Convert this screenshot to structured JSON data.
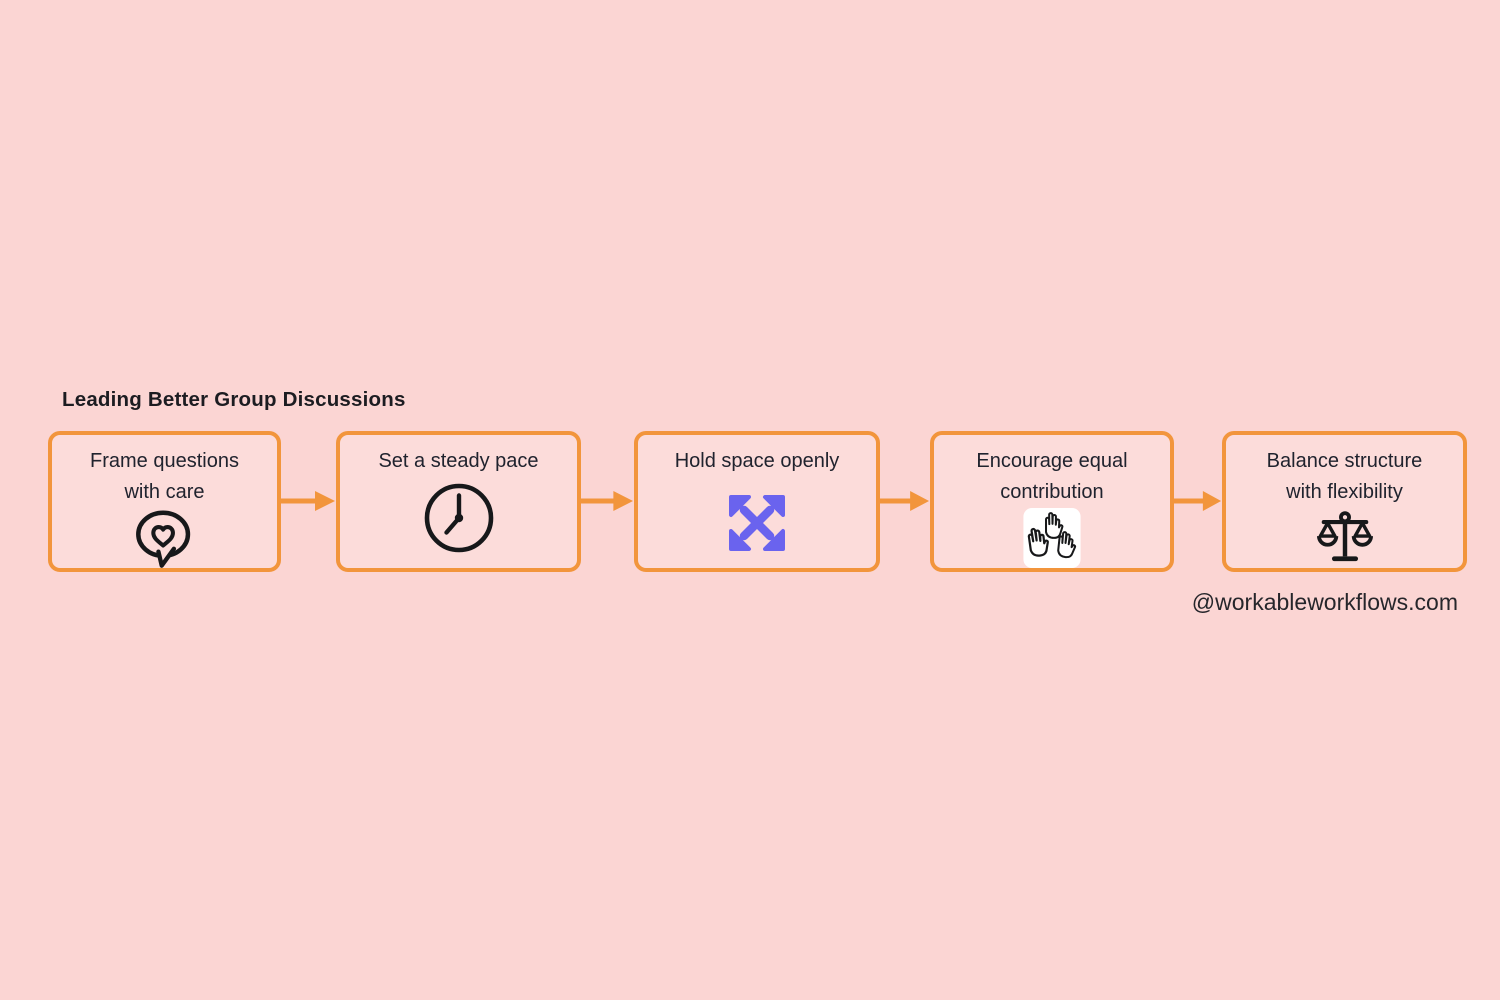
{
  "title": "Leading Better Group Discussions",
  "steps": [
    {
      "label": "Frame questions\nwith care",
      "icon": "speech-heart-icon"
    },
    {
      "label": "Set a steady pace",
      "icon": "clock-icon"
    },
    {
      "label": "Hold space openly",
      "icon": "expand-arrows-icon"
    },
    {
      "label": "Encourage equal\ncontribution",
      "icon": "raised-hands-icon"
    },
    {
      "label": "Balance structure\nwith flexibility",
      "icon": "balance-scale-icon"
    }
  ],
  "footer": {
    "handle": "@workableworkflows.com"
  },
  "colors": {
    "page_bg": "#FBD5D3",
    "box_fill": "#FCDCDA",
    "accent_orange": "#F2953C",
    "icon_purple": "#6A63EE",
    "icon_black": "#17181A",
    "label_text": "#20232E",
    "title_text": "#1C1C21",
    "hands_bg": "#FFFFFF",
    "footer_text": "#26262B"
  }
}
